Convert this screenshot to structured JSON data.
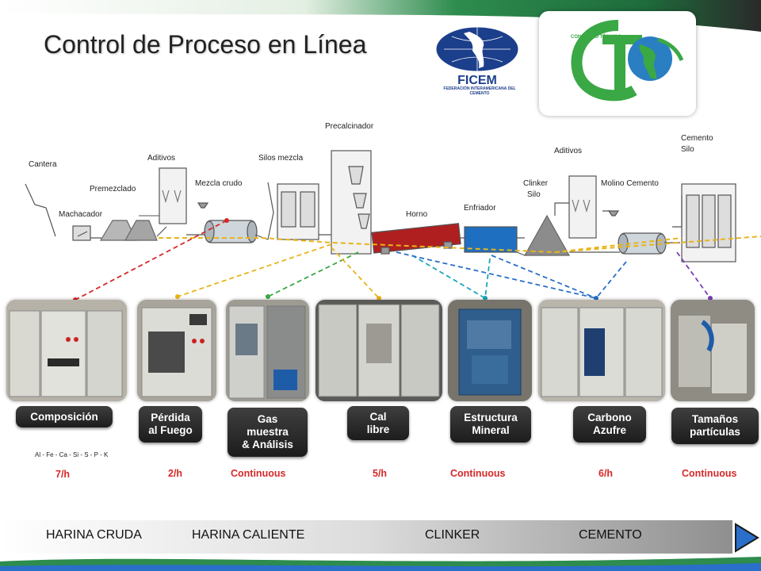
{
  "slide": {
    "title": "Control de Proceso en Línea",
    "logos": {
      "ficem": {
        "name": "FICEM",
        "subtitle": "FEDERACIÓN INTERAMERICANA DEL CEMENTO"
      },
      "congress": {
        "text": "CONGRESO TÉCNICO"
      }
    },
    "colors": {
      "band": "#2d8c4e",
      "accent_red": "#d62828",
      "button_bg": "#2b2b2b",
      "bottom_bar": "#bfbfbf"
    }
  },
  "diagram": {
    "labels": {
      "cantera": "Cantera",
      "machacador": "Machacador",
      "premezclado": "Premezclado",
      "aditivos_1": "Aditivos",
      "mezcla_crudo": "Mezcla crudo",
      "silos_mezcla": "Silos mezcla",
      "precalcinador": "Precalcinador",
      "horno": "Horno",
      "enfriador": "Enfriador",
      "clinker_silo_1": "Clinker",
      "clinker_silo_2": "Silo",
      "aditivos_2": "Aditivos",
      "molino_cemento": "Molino Cemento",
      "cemento_silo_1": "Cemento",
      "cemento_silo_2": "Silo"
    }
  },
  "analyzers": [
    {
      "label": "Composición",
      "frequency": "7/h",
      "line_color": "#d62828",
      "photo_icon": "cabinet-photo"
    },
    {
      "label": "Pérdida\nal Fuego",
      "frequency": "2/h",
      "line_color": "#e8b419",
      "photo_icon": "cabinet-photo"
    },
    {
      "label": "Gas\nmuestra\n& Análisis",
      "frequency": "Continuous",
      "line_color": "#3aa845",
      "photo_icon": "cabinet-photo"
    },
    {
      "label": "Cal\nlibre",
      "frequency": "5/h",
      "line_color": "#e8b419",
      "photo_icon": "cabinet-photo"
    },
    {
      "label": "Estructura\nMineral",
      "frequency": "Continuous",
      "line_color": "#1aa6b7",
      "photo_icon": "cabinet-photo"
    },
    {
      "label": "Carbono\nAzufre",
      "frequency": "6/h",
      "line_color": "#2a6fc9",
      "photo_icon": "cabinet-photo"
    },
    {
      "label": "Tamaños\npartículas",
      "frequency": "Continuous",
      "line_color": "#7a3fb5",
      "photo_icon": "cabinet-photo"
    }
  ],
  "elements_text": "Al - Fe - Ca - Si - S - P - K",
  "bottom_bar": {
    "stages": [
      "HARINA CRUDA",
      "HARINA CALIENTE",
      "CLINKER",
      "CEMENTO"
    ],
    "next_icon": "play-arrow-icon"
  }
}
